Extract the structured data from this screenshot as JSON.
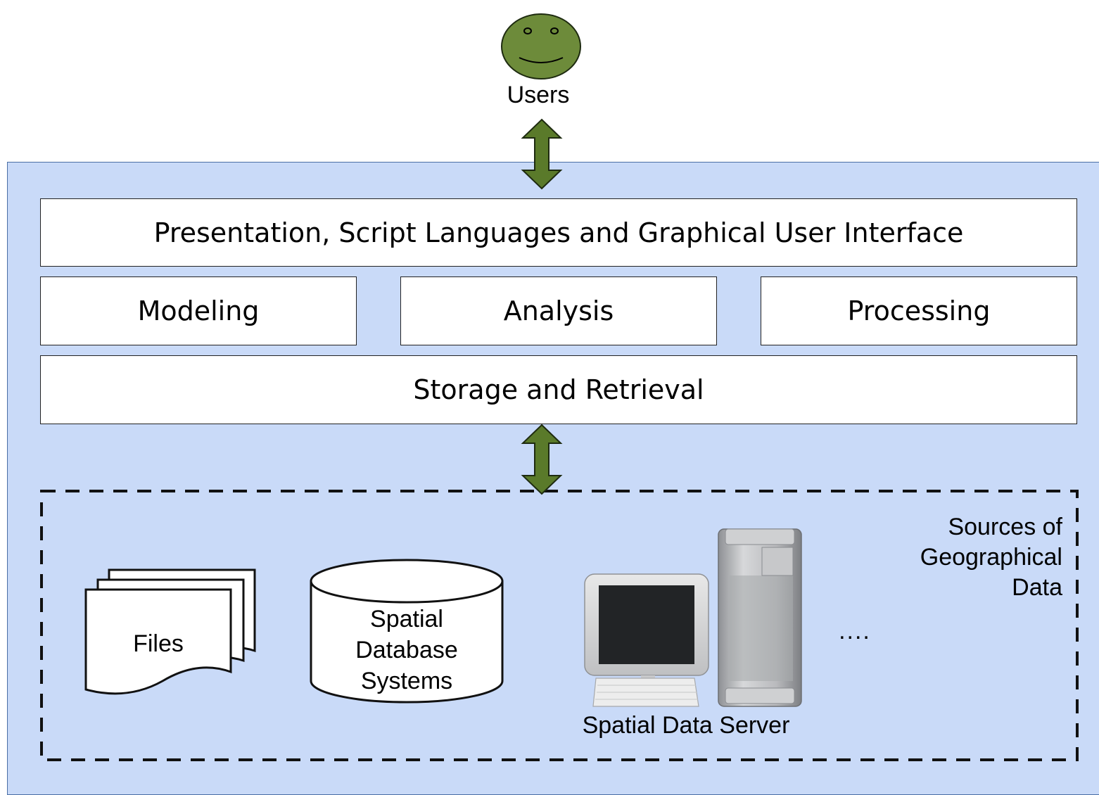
{
  "users": {
    "label": "Users",
    "icon": "smiley-face-icon"
  },
  "layers": {
    "presentation": "Presentation, Script Languages and Graphical User Interface",
    "modeling": "Modeling",
    "analysis": "Analysis",
    "processing": "Processing",
    "storage": "Storage and Retrieval"
  },
  "sources": {
    "label_lines": [
      "Sources of",
      "Geographical",
      "Data"
    ],
    "files": "Files",
    "database_lines": [
      "Spatial",
      "Database",
      "Systems"
    ],
    "server": "Spatial Data Server",
    "more": "...."
  },
  "colors": {
    "panel_background": "#c9daf8",
    "arrow_fill": "#5a7a2a",
    "face_fill": "#6d8b3a"
  }
}
